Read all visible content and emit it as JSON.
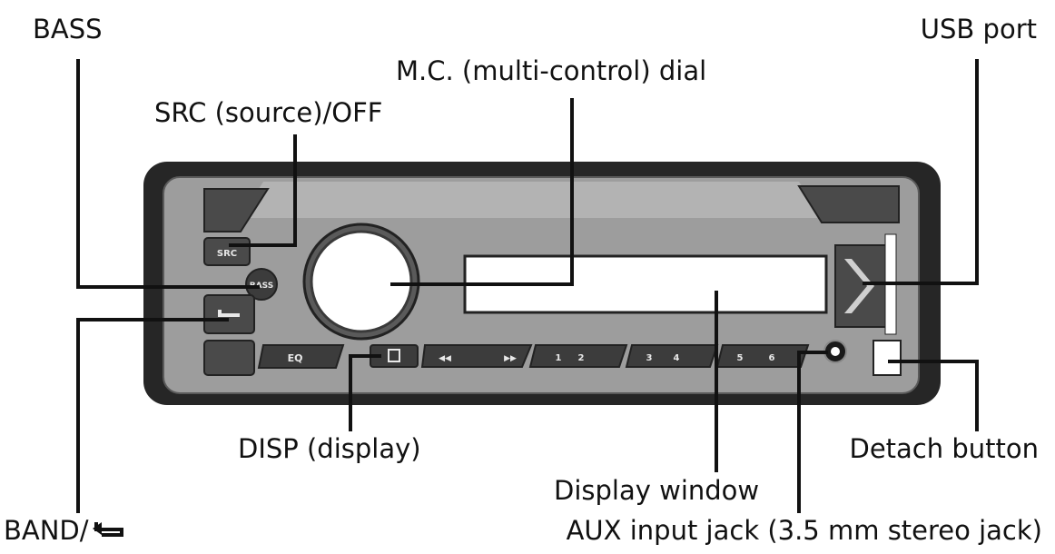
{
  "labels": {
    "bass": "BASS",
    "usb_port": "USB port",
    "mc_dial": "M.C. (multi-control) dial",
    "src_off": "SRC (source)/OFF",
    "disp": "DISP (display)",
    "detach_button": "Detach button",
    "display_window": "Display window",
    "band": "BAND/",
    "aux_jack": "AUX input jack (3.5 mm stereo jack)"
  },
  "device_buttons": {
    "src": "SRC",
    "bass": "BASS",
    "eq": "EQ",
    "prev": "◀◀",
    "next": "▶▶",
    "presets": [
      "1",
      "2",
      "3",
      "4",
      "5",
      "6"
    ]
  }
}
